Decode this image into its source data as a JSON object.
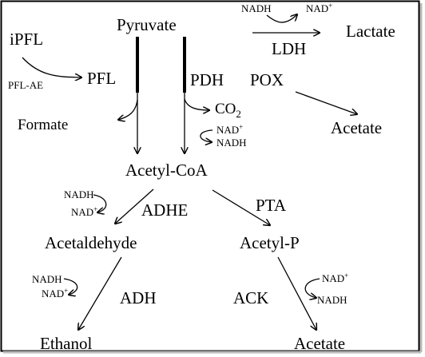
{
  "metabolites": {
    "pyruvate": "Pyruvate",
    "lactate": "Lactate",
    "formate": "Formate",
    "acetate_pox": "Acetate",
    "acetyl_coa": "Acetyl-CoA",
    "acetaldehyde": "Acetaldehyde",
    "acetyl_p": "Acetyl-P",
    "ethanol": "Ethanol",
    "acetate_ack": "Acetate"
  },
  "enzymes": {
    "ipfl": "iPFL",
    "pfl_ae": "PFL-AE",
    "pfl": "PFL",
    "pdh": "PDH",
    "pox": "POX",
    "ldh": "LDH",
    "adhe": "ADHE",
    "pta": "PTA",
    "adh": "ADH",
    "ack": "ACK"
  },
  "cofactors": {
    "nadh": "NADH",
    "nad_base": "NAD",
    "nad_sup": "+",
    "co2_base": "CO",
    "co2_sub": "2"
  }
}
